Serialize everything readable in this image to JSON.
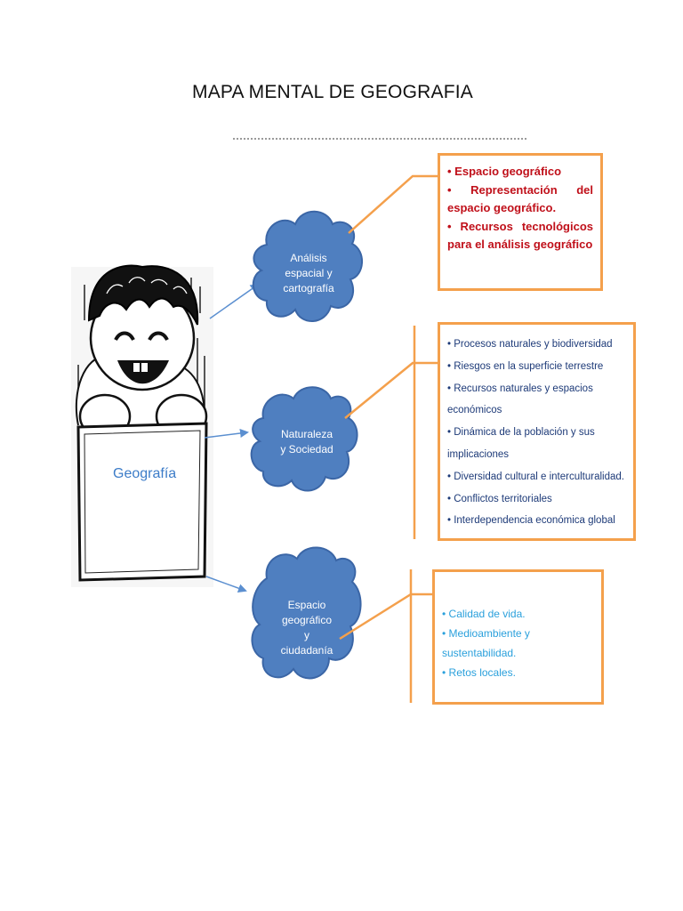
{
  "title": "MAPA MENTAL DE GEOGRAFIA",
  "center": {
    "label": "Geografía"
  },
  "nodes": [
    {
      "label": "Análisis espacial y cartografía",
      "lines": [
        "Análisis",
        "espacial y",
        "cartografía"
      ],
      "items": [
        "• Espacio geográfico",
        "• Representación del espacio geográfico.",
        "• Recursos tecnológicos para el análisis geográfico"
      ]
    },
    {
      "label": "Naturaleza y Sociedad",
      "lines": [
        "Naturaleza",
        "y Sociedad"
      ],
      "items": [
        "• Procesos naturales y biodiversidad",
        "• Riesgos en la superficie terrestre",
        "• Recursos naturales y espacios económicos",
        "• Dinámica de la población y sus implicaciones",
        "• Diversidad cultural e interculturalidad.",
        "• Conflictos territoriales",
        "• Interdependencia económica global"
      ]
    },
    {
      "label": "Espacio geográfico y ciudadanía",
      "lines": [
        "Espacio",
        "geográfico",
        "y",
        "ciudadanía"
      ],
      "items": [
        "• Calidad de vida.",
        "• Medioambiente y sustentabilidad.",
        "• Retos locales."
      ]
    }
  ],
  "colors": {
    "cloud_fill": "#4f7fc0",
    "cloud_stroke": "#3b66a6",
    "box_border": "#f4a04c",
    "connector": "#f4a04c",
    "arrow": "#5b8fd0",
    "box1_text": "#c0101a",
    "box2_text": "#1d3a78",
    "box3_text": "#2aa0dc"
  }
}
